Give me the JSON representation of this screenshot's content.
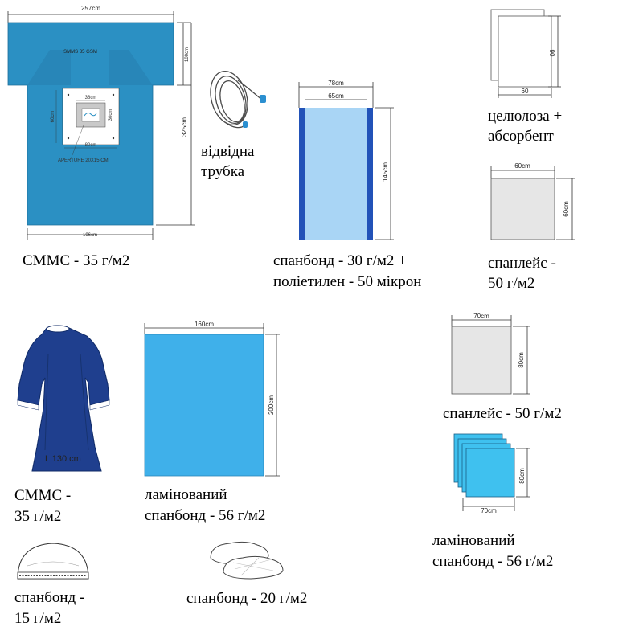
{
  "drape": {
    "width_label": "257cm",
    "height_top_label": "100cm",
    "height_total_label": "325cm",
    "bottom_width_label": "196cm",
    "material_print": "SMMS 35 GSM",
    "window_top_label": "38cm",
    "window_side_label": "30cm",
    "window_height_label": "60cm",
    "window_width_label": "80cm",
    "aperture_label": "APERTURE 20X15 CM",
    "caption": "СММС - 35 г/м2"
  },
  "tube": {
    "caption_line1": "відвідна",
    "caption_line2": "трубка"
  },
  "cover": {
    "outer_width_label": "78cm",
    "inner_width_label": "65cm",
    "height_label": "145cm",
    "caption_line1": "спанбонд - 30 г/м2 +",
    "caption_line2": "поліетилен - 50 мікрон"
  },
  "cellulose": {
    "height_label": "90",
    "width_label": "60",
    "caption_line1": "целюлоза +",
    "caption_line2": "абсорбент"
  },
  "spunlace1": {
    "width_label": "60cm",
    "height_label": "60cm",
    "caption_line1": "спанлейс -",
    "caption_line2": "50 г/м2"
  },
  "gown": {
    "size_label": "L 130 cm",
    "caption_line1": "СММС -",
    "caption_line2": "35 г/м2"
  },
  "sheet": {
    "width_label": "160cm",
    "height_label": "200cm",
    "caption_line1": "ламінований",
    "caption_line2": "спанбонд - 56 г/м2"
  },
  "spunlace2": {
    "width_label": "70cm",
    "height_label": "80cm",
    "caption": "спанлейс - 50 г/м2"
  },
  "towels": {
    "width_label": "70cm",
    "height_label": "80cm",
    "caption_line1": "ламінований",
    "caption_line2": "спанбонд - 56 г/м2"
  },
  "cap": {
    "caption_line1": "спанбонд -",
    "caption_line2": "15 г/м2"
  },
  "shoe_covers": {
    "caption": "спанбонд - 20 г/м2"
  },
  "colors": {
    "drape_blue": "#2b90c3",
    "gown_navy": "#1f3f8e",
    "sheet_blue": "#3fb0ea",
    "cover_light": "#a9d5f5",
    "cover_edge": "#2252b8",
    "spunlace_grey": "#e6e6e6"
  }
}
